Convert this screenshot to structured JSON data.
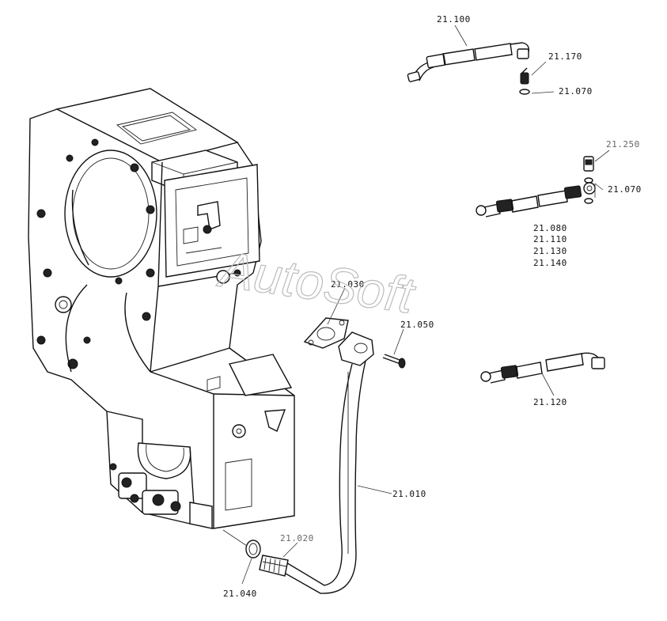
{
  "watermark": "AutoSoft",
  "labels": {
    "p21_100": "21.100",
    "p21_170": "21.170",
    "p21_070_top": "21.070",
    "p21_250": "21.250",
    "p21_070_mid": "21.070",
    "p21_080": "21.080",
    "p21_110": "21.110",
    "p21_130": "21.130",
    "p21_140": "21.140",
    "p21_030": "21.030",
    "p21_050": "21.050",
    "p21_120": "21.120",
    "p21_010": "21.010",
    "p21_020": "21.020",
    "p21_040": "21.040"
  }
}
